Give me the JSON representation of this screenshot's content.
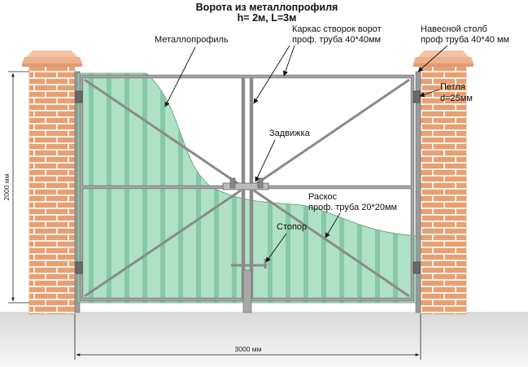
{
  "title": {
    "line1": "Ворота из металлопрофиля",
    "line2": "h= 2м, L=3м"
  },
  "labels": {
    "metalprofile": "Металлопрофиль",
    "frame_line1": "Каркас створок ворот",
    "frame_line2": "проф. труба 40*40мм",
    "post_line1": "Навесной столб",
    "post_line2": "проф труба 40*40 мм",
    "hinge_line1": "Петля",
    "hinge_line2": "d=25мм",
    "latch": "Задвижка",
    "brace_line1": "Раскос",
    "brace_line2": "проф. труба 20*20мм",
    "stopper": "Стопор"
  },
  "dimensions": {
    "height": "2000 мм",
    "width": "3000 мм"
  },
  "colors": {
    "brick": "#e8a072",
    "mortar": "#f6efe6",
    "cap": "#efb08c",
    "sheet": "#8fd6ae",
    "frame": "#8a8a8a",
    "ground": "#e6e6e6"
  }
}
